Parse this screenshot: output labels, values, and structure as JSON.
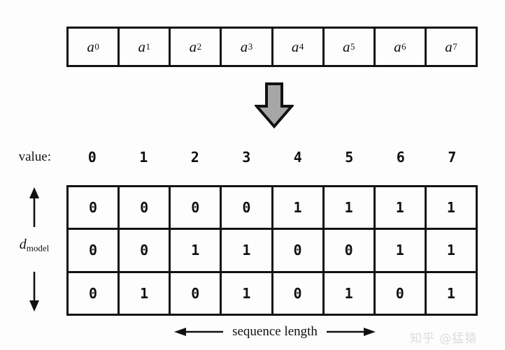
{
  "figure": {
    "background_color": "#fdfdfd",
    "ink_color": "#111111",
    "arrow_fill_color": "#a6a6a6"
  },
  "sequence_row": {
    "name": "input-sequence",
    "tokens": [
      {
        "base": "a",
        "sub": "0"
      },
      {
        "base": "a",
        "sub": "1"
      },
      {
        "base": "a",
        "sub": "2"
      },
      {
        "base": "a",
        "sub": "3"
      },
      {
        "base": "a",
        "sub": "4"
      },
      {
        "base": "a",
        "sub": "5"
      },
      {
        "base": "a",
        "sub": "6"
      },
      {
        "base": "a",
        "sub": "7"
      }
    ]
  },
  "transform_arrow": {
    "icon": "down-arrow-icon",
    "direction": "down",
    "fill": "#a6a6a6",
    "stroke": "#111111"
  },
  "value_row": {
    "label": "value:",
    "values": [
      "0",
      "1",
      "2",
      "3",
      "4",
      "5",
      "6",
      "7"
    ]
  },
  "matrix": {
    "label": "binary-encoding-matrix",
    "rows": [
      [
        "0",
        "0",
        "0",
        "0",
        "1",
        "1",
        "1",
        "1"
      ],
      [
        "0",
        "0",
        "1",
        "1",
        "0",
        "0",
        "1",
        "1"
      ],
      [
        "0",
        "1",
        "0",
        "1",
        "0",
        "1",
        "0",
        "1"
      ]
    ]
  },
  "axes": {
    "vertical": {
      "base": "d",
      "sub": "model",
      "arrow_up": "arrow-up-icon",
      "arrow_down": "arrow-down-icon"
    },
    "horizontal": {
      "label": "sequence length",
      "arrow_left": "arrow-left-icon",
      "arrow_right": "arrow-right-icon"
    }
  },
  "watermark": {
    "text": "知乎 @猛猿"
  }
}
